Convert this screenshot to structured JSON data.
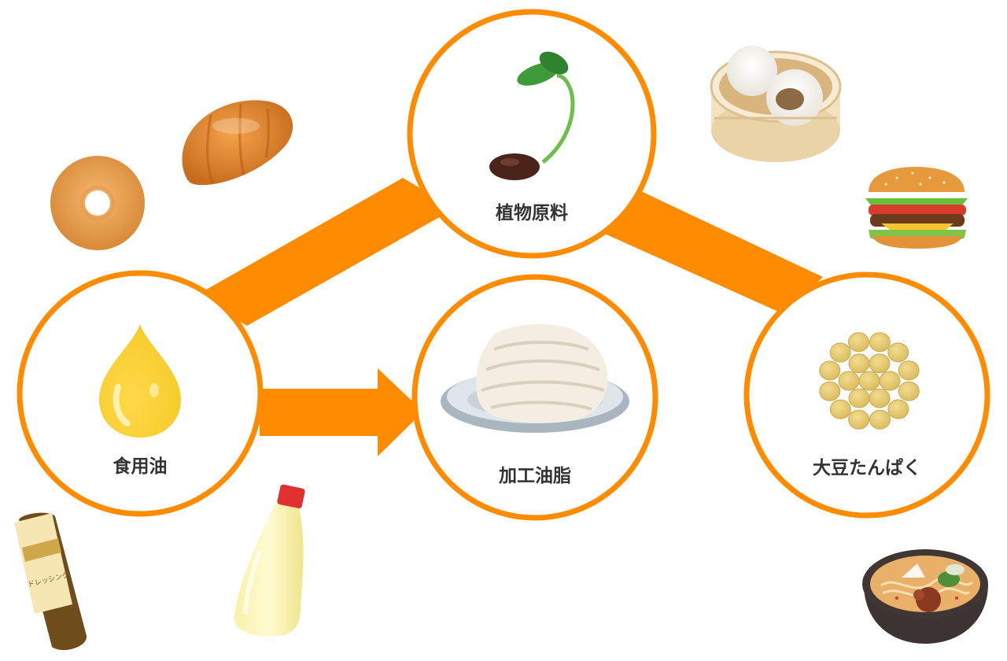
{
  "nodes": {
    "plant": {
      "label": "植物原料"
    },
    "oil": {
      "label": "食用油"
    },
    "processed": {
      "label": "加工油脂"
    },
    "soy": {
      "label": "大豆たんぱく"
    }
  },
  "decor": {
    "dressing_label": "ドレッシング"
  },
  "colors": {
    "accent": "#ff8c00",
    "circle_fill": "#ffffff",
    "label_text": "#333333"
  }
}
